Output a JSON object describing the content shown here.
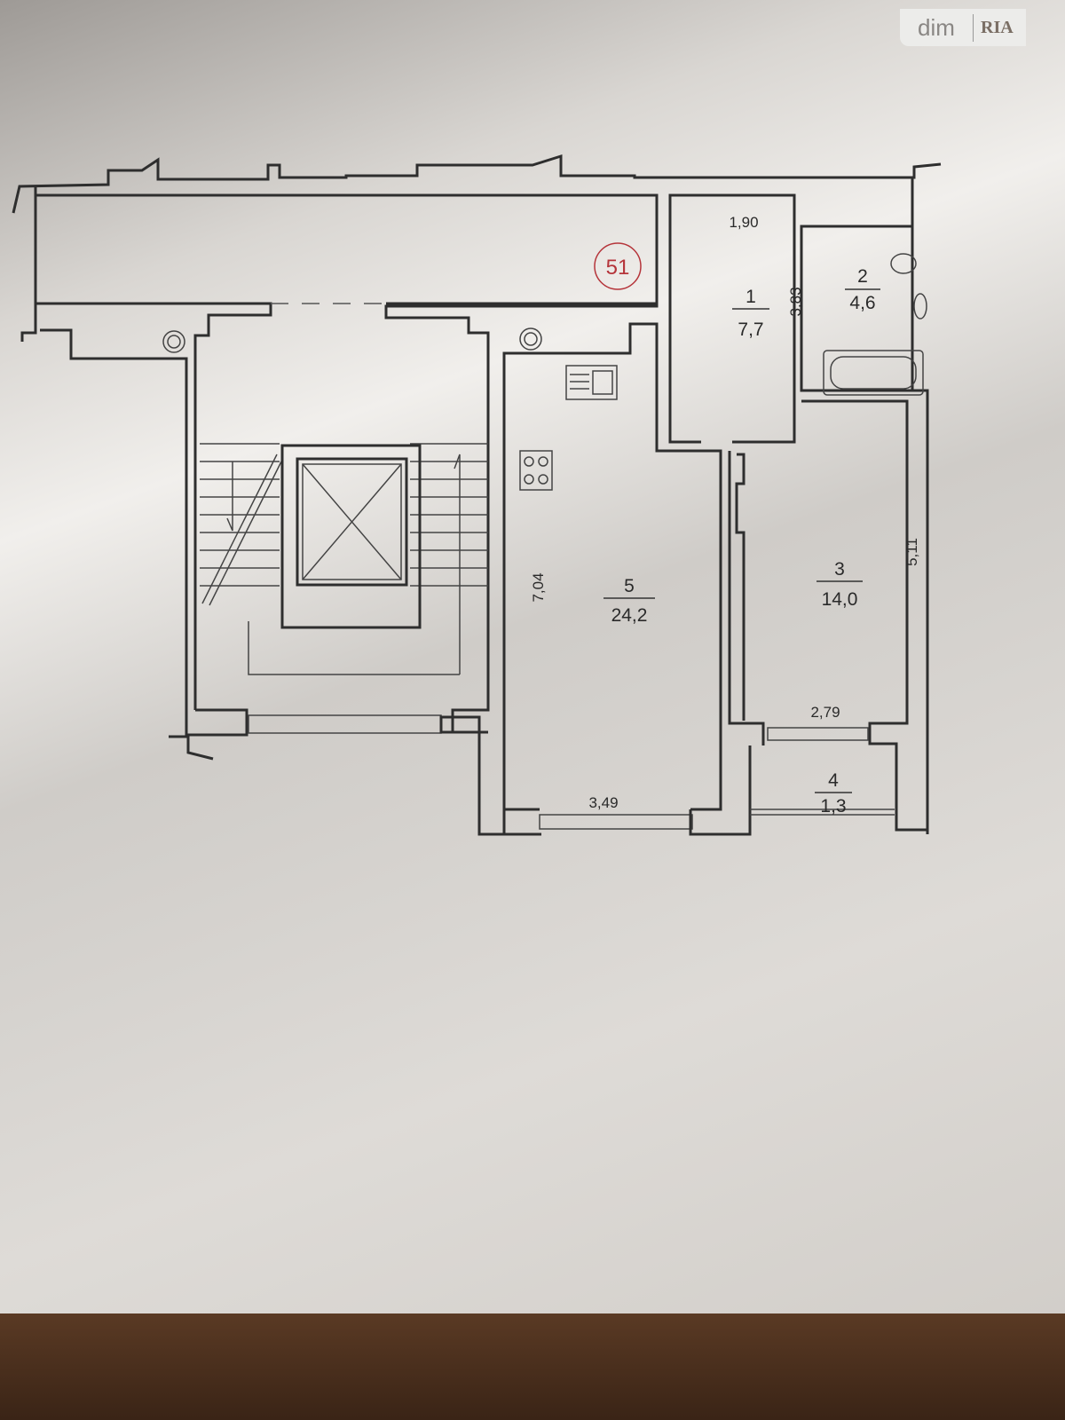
{
  "logo": {
    "brand": "dim",
    "mark": "RIA"
  },
  "apartment_number": "51",
  "rooms": [
    {
      "number": "1",
      "area": "7,7"
    },
    {
      "number": "2",
      "area": "4,6"
    },
    {
      "number": "3",
      "area": "14,0"
    },
    {
      "number": "4",
      "area": "1,3"
    },
    {
      "number": "5",
      "area": "24,2"
    }
  ],
  "dimensions": {
    "room1_width": "1,90",
    "room1_length": "3,83",
    "room3_width": "2,79",
    "room3_length": "5,11",
    "room5_width": "3,49",
    "room5_length": "7,04"
  },
  "colors": {
    "wall": "#2e2e2e",
    "apartment_circle": "#b5343a"
  }
}
